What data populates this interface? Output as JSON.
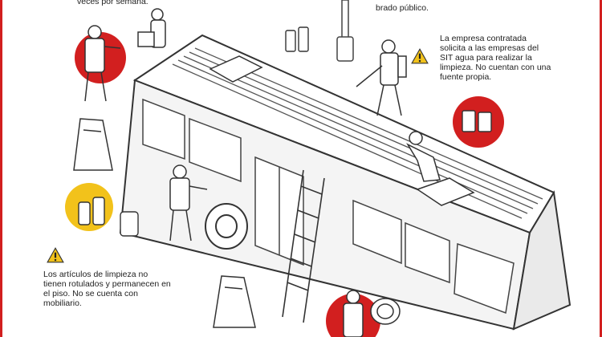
{
  "texts": {
    "top_left_fragment": "veces por semana.",
    "top_right_fragment": "brado público.",
    "water_note": "La empresa contratada solicita a las empresas del SIT agua para realizar la limpieza. No cuentan con una fuente propia.",
    "cleaning_note": "Los artículos de limpieza no tienen rotulados y permanecen en el piso. No se cuenta con mobiliario."
  },
  "colors": {
    "accent_red": "#d21f1f",
    "warning_yellow": "#f2c21b",
    "ink": "#1a1a1a",
    "line_gray": "#555555"
  },
  "icons": [
    "warning-icon",
    "warning-icon"
  ]
}
